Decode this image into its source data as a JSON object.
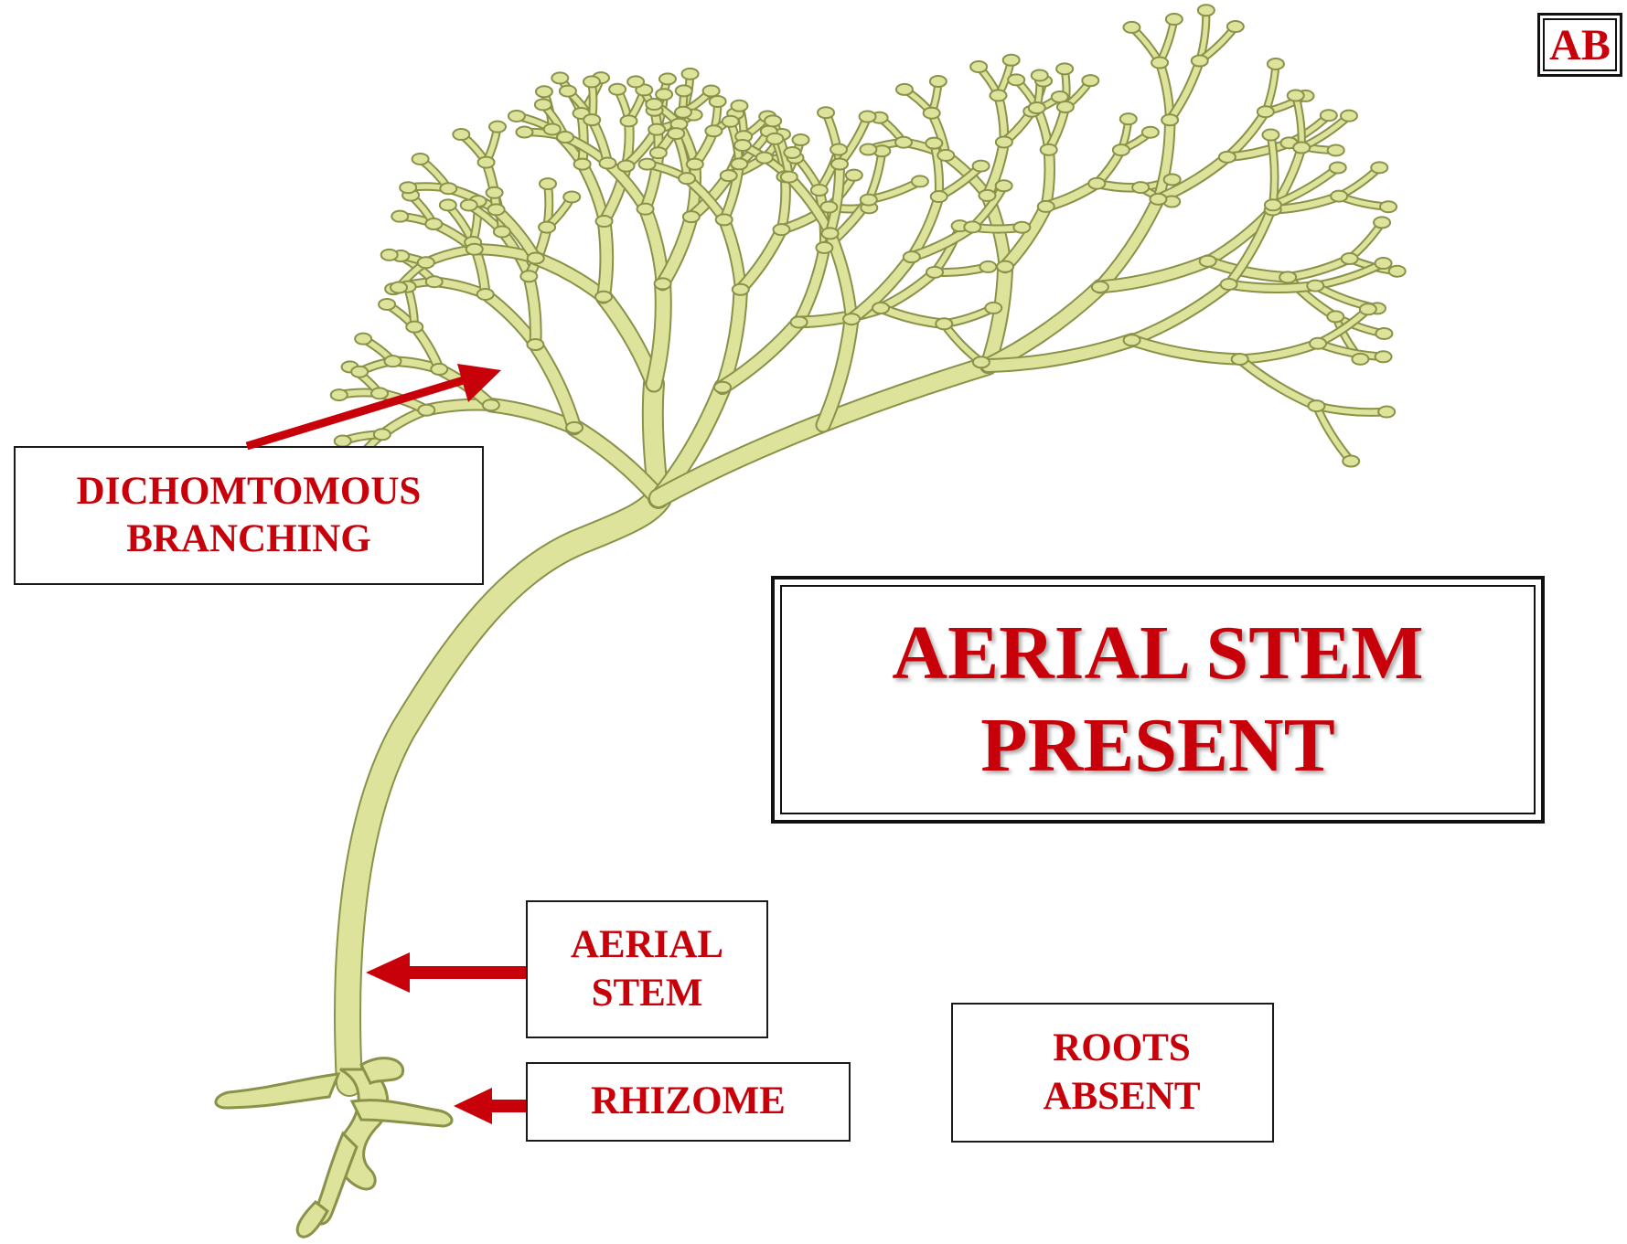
{
  "labels": {
    "dichotomous": [
      "DICHOMTOMOUS",
      "BRANCHING"
    ],
    "aerial": [
      "AERIAL",
      "STEM"
    ],
    "rhizome": "RHIZOME",
    "roots": [
      "ROOTS",
      "ABSENT"
    ]
  },
  "title": [
    "AERIAL STEM",
    "PRESENT"
  ],
  "badge": "AB",
  "colors": {
    "label_text": "#c8000a",
    "arrow": "#c8000a",
    "plant_fill": "#dde39a",
    "plant_stroke": "#8a9148"
  }
}
